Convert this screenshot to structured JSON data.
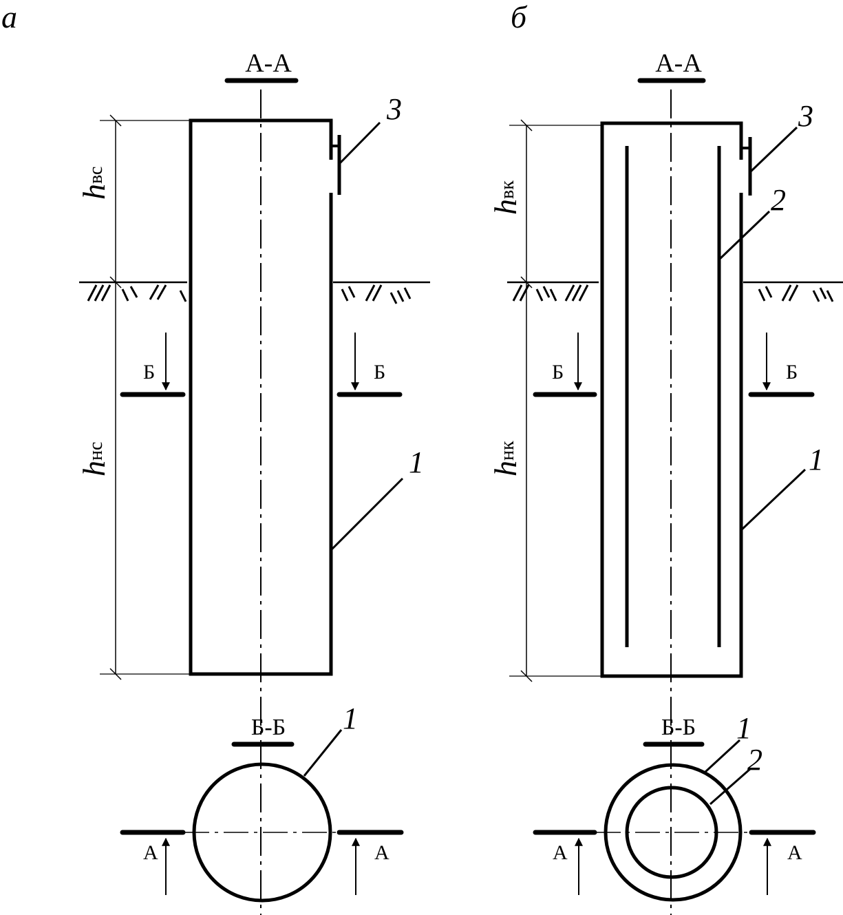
{
  "panel_a": {
    "letter": "а",
    "section_top": "А-А",
    "section_bottom": "Б-Б",
    "height_upper": {
      "base": "h",
      "sub": "вс"
    },
    "height_lower": {
      "base": "h",
      "sub": "нс"
    },
    "cut_b_left": "Б",
    "cut_b_right": "Б",
    "cut_a_left": "А",
    "cut_a_right": "А",
    "callouts": {
      "pipe": "1",
      "fitting": "3",
      "plan_pipe": "1"
    }
  },
  "panel_b": {
    "letter": "б",
    "section_top": "А-А",
    "section_bottom": "Б-Б",
    "height_upper": {
      "base": "h",
      "sub": "вк"
    },
    "height_lower": {
      "base": "h",
      "sub": "нк"
    },
    "cut_b_left": "Б",
    "cut_b_right": "Б",
    "cut_a_left": "А",
    "cut_a_right": "А",
    "callouts": {
      "pipe": "1",
      "inner": "2",
      "fitting": "3",
      "plan_outer": "1",
      "plan_inner": "2"
    }
  }
}
